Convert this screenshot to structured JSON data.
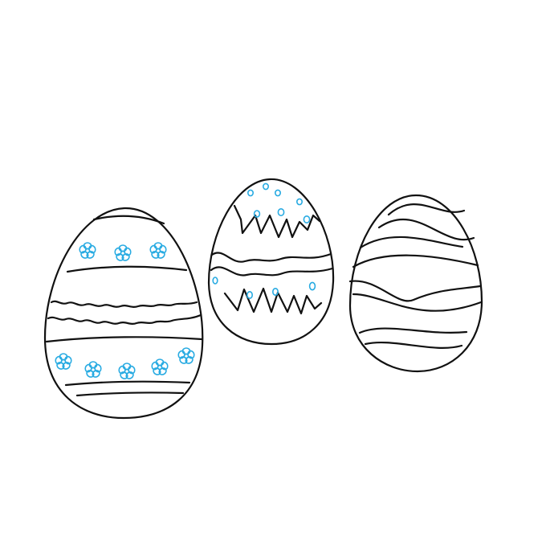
{
  "colors": {
    "background": "#ffffff",
    "outline": "#111111",
    "accent": "#29abe2"
  },
  "eggs": [
    {
      "name": "flower-band-egg",
      "pattern": "flower-bands"
    },
    {
      "name": "zigzag-dot-egg",
      "pattern": "zigzag-dots"
    },
    {
      "name": "wavy-stripe-egg",
      "pattern": "wavy-stripes"
    }
  ]
}
